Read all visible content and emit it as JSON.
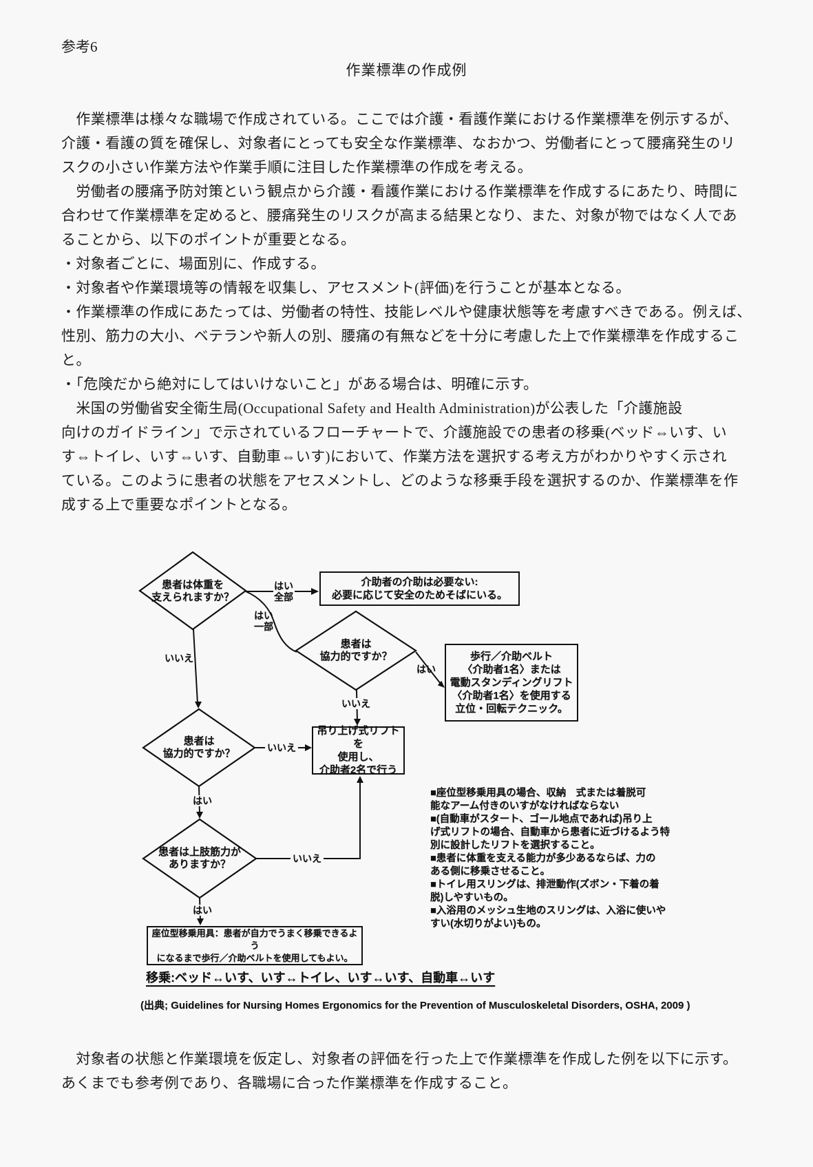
{
  "page": {
    "ref_label": "参考6",
    "title": "作業標準の作成例",
    "body_lines": [
      "　作業標準は様々な職場で作成されている。ここでは介護・看護作業における作業標準を例示するが、",
      "介護・看護の質を確保し、対象者にとっても安全な作業標準、なおかつ、労働者にとって腰痛発生のリ",
      "スクの小さい作業方法や作業手順に注目した作業標準の作成を考える。",
      "　労働者の腰痛予防対策という観点から介護・看護作業における作業標準を作成するにあたり、時間に",
      "合わせて作業標準を定めると、腰痛発生のリスクが高まる結果となり、また、対象が物ではなく人であ",
      "ることから、以下のポイントが重要となる。",
      "・対象者ごとに、場面別に、作成する。",
      "・対象者や作業環境等の情報を収集し、アセスメント(評価)を行うことが基本となる。",
      "・作業標準の作成にあたっては、労働者の特性、技能レベルや健康状態等を考慮すべきである。例えば、",
      "性別、筋力の大小、ベテランや新人の別、腰痛の有無などを十分に考慮した上で作業標準を作成するこ",
      "と。",
      "・「危険だから絶対にしてはいけないこと」がある場合は、明確に示す。",
      "　米国の労働省安全衛生局(Occupational Safety and Health Administration)が公表した「介護施設",
      "向けのガイドライン」で示されているフローチャートで、介護施設での患者の移乗(ベッド⇔いす、い",
      "す⇔トイレ、いす⇔いす、自動車⇔いす)において、作業方法を選択する考え方がわかりやすく示され",
      "ている。このように患者の状態をアセスメントし、どのような移乗手段を選択するのか、作業標準を作",
      "成する上で重要なポイントとなる。"
    ],
    "closing_lines": [
      "　対象者の状態と作業環境を仮定し、対象者の評価を行った上で作業標準を作成した例を以下に示す。",
      "あくまでも参考例であり、各職場に合った作業標準を作成すること。"
    ]
  },
  "flowchart": {
    "nodes": {
      "q_weight": "患者は体重を\n支えられますか？",
      "a_no_assist": "介助者の介助は必要ない:\n必要に応じて安全のためそばにいる。",
      "q_coop_upper": "患者は\n協力的ですか？",
      "a_standing_lift": "歩行／介助ベルト\n〈介助者1名〉または\n電動スタンディングリフト\n〈介助者1名〉を使用する\n立位・回転テクニック。",
      "q_coop_lower": "患者は\n協力的ですか？",
      "a_full_lift": "吊り上げ式リフトを\n使用し、\n介助者2名で行う",
      "q_upper_limb": "患者は上肢筋力が\nありますか？",
      "a_seated_aid": "座位型移乗用具：患者が自力でうまく移乗できるよう\nになるまで歩行／介助ベルトを使用してもよい。"
    },
    "labels": {
      "yes_all": "はい\n全部",
      "yes_part": "はい\n一部",
      "no1": "いいえ",
      "yes2": "はい",
      "no2": "いいえ",
      "no3": "いいえ",
      "yes3": "はい",
      "no4": "いいえ",
      "yes4": "はい"
    },
    "notes": [
      "■座位型移乗用具の場合、収納　式または着脱可\n能なアーム付きのいすがなければならない",
      "■(自動車がスタート、ゴール地点であれば)吊り上\nげ式リフトの場合、自動車から患者に近づけるよう特\n別に設計したリフトを選択すること。",
      "■患者に体重を支える能力が多少あるならば、力の\nある側に移乗させること。",
      "■トイレ用スリングは、排泄動作(ズボン・下着の着\n脱)しやすいもの。",
      "■入浴用のメッシュ生地のスリングは、入浴に使いや\nすい(水切りがよい)もの。"
    ],
    "caption": "移乗:ベッド↔いす、いす↔トイレ、いす↔いす、自動車↔いす",
    "source": "(出典; Guidelines for Nursing Homes Ergonomics for the Prevention of Musculoskeletal Disorders, OSHA, 2009 )"
  }
}
